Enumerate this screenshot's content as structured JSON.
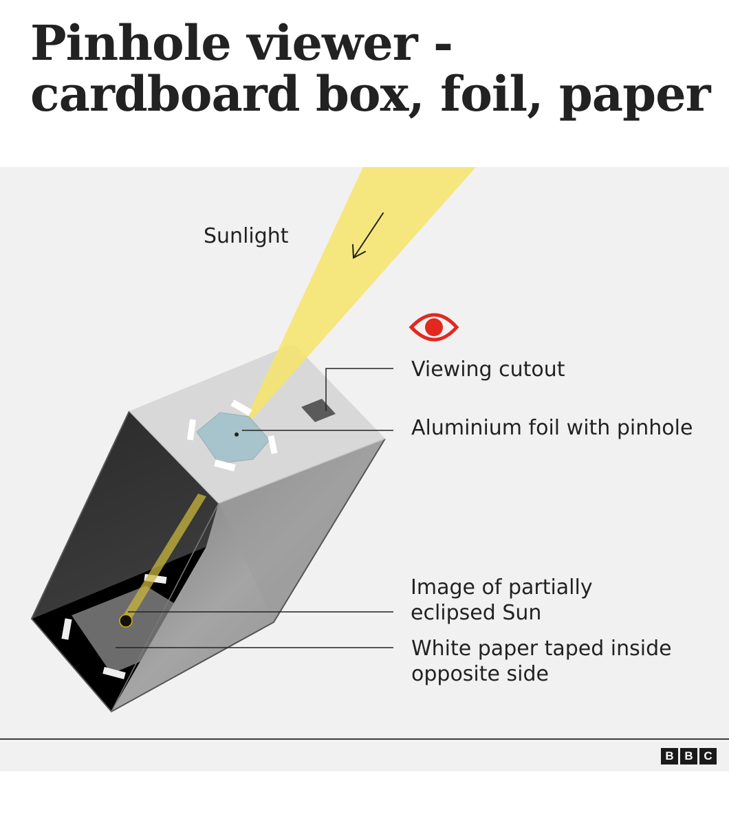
{
  "title": {
    "line1": "Pinhole viewer -",
    "line2": "cardboard box, foil, paper"
  },
  "diagram": {
    "labels": {
      "sunlight": "Sunlight",
      "viewing_cutout": "Viewing cutout",
      "foil": "Aluminium foil with pinhole",
      "image_line1": "Image of partially",
      "image_line2": "eclipsed Sun",
      "paper_line1": "White paper taped inside",
      "paper_line2": "opposite side"
    },
    "icons": {
      "eye": "eye-icon",
      "arrow": "arrow-down-left-icon"
    },
    "colors": {
      "light_beam": "#f7e46a",
      "eye": "#e3281f",
      "foil": "#a7c3cc",
      "box_top": "#d8d8d8",
      "box_side": "#8a8a8a",
      "box_inside": "#262626"
    }
  },
  "footer": {
    "logo": [
      "B",
      "B",
      "C"
    ]
  }
}
